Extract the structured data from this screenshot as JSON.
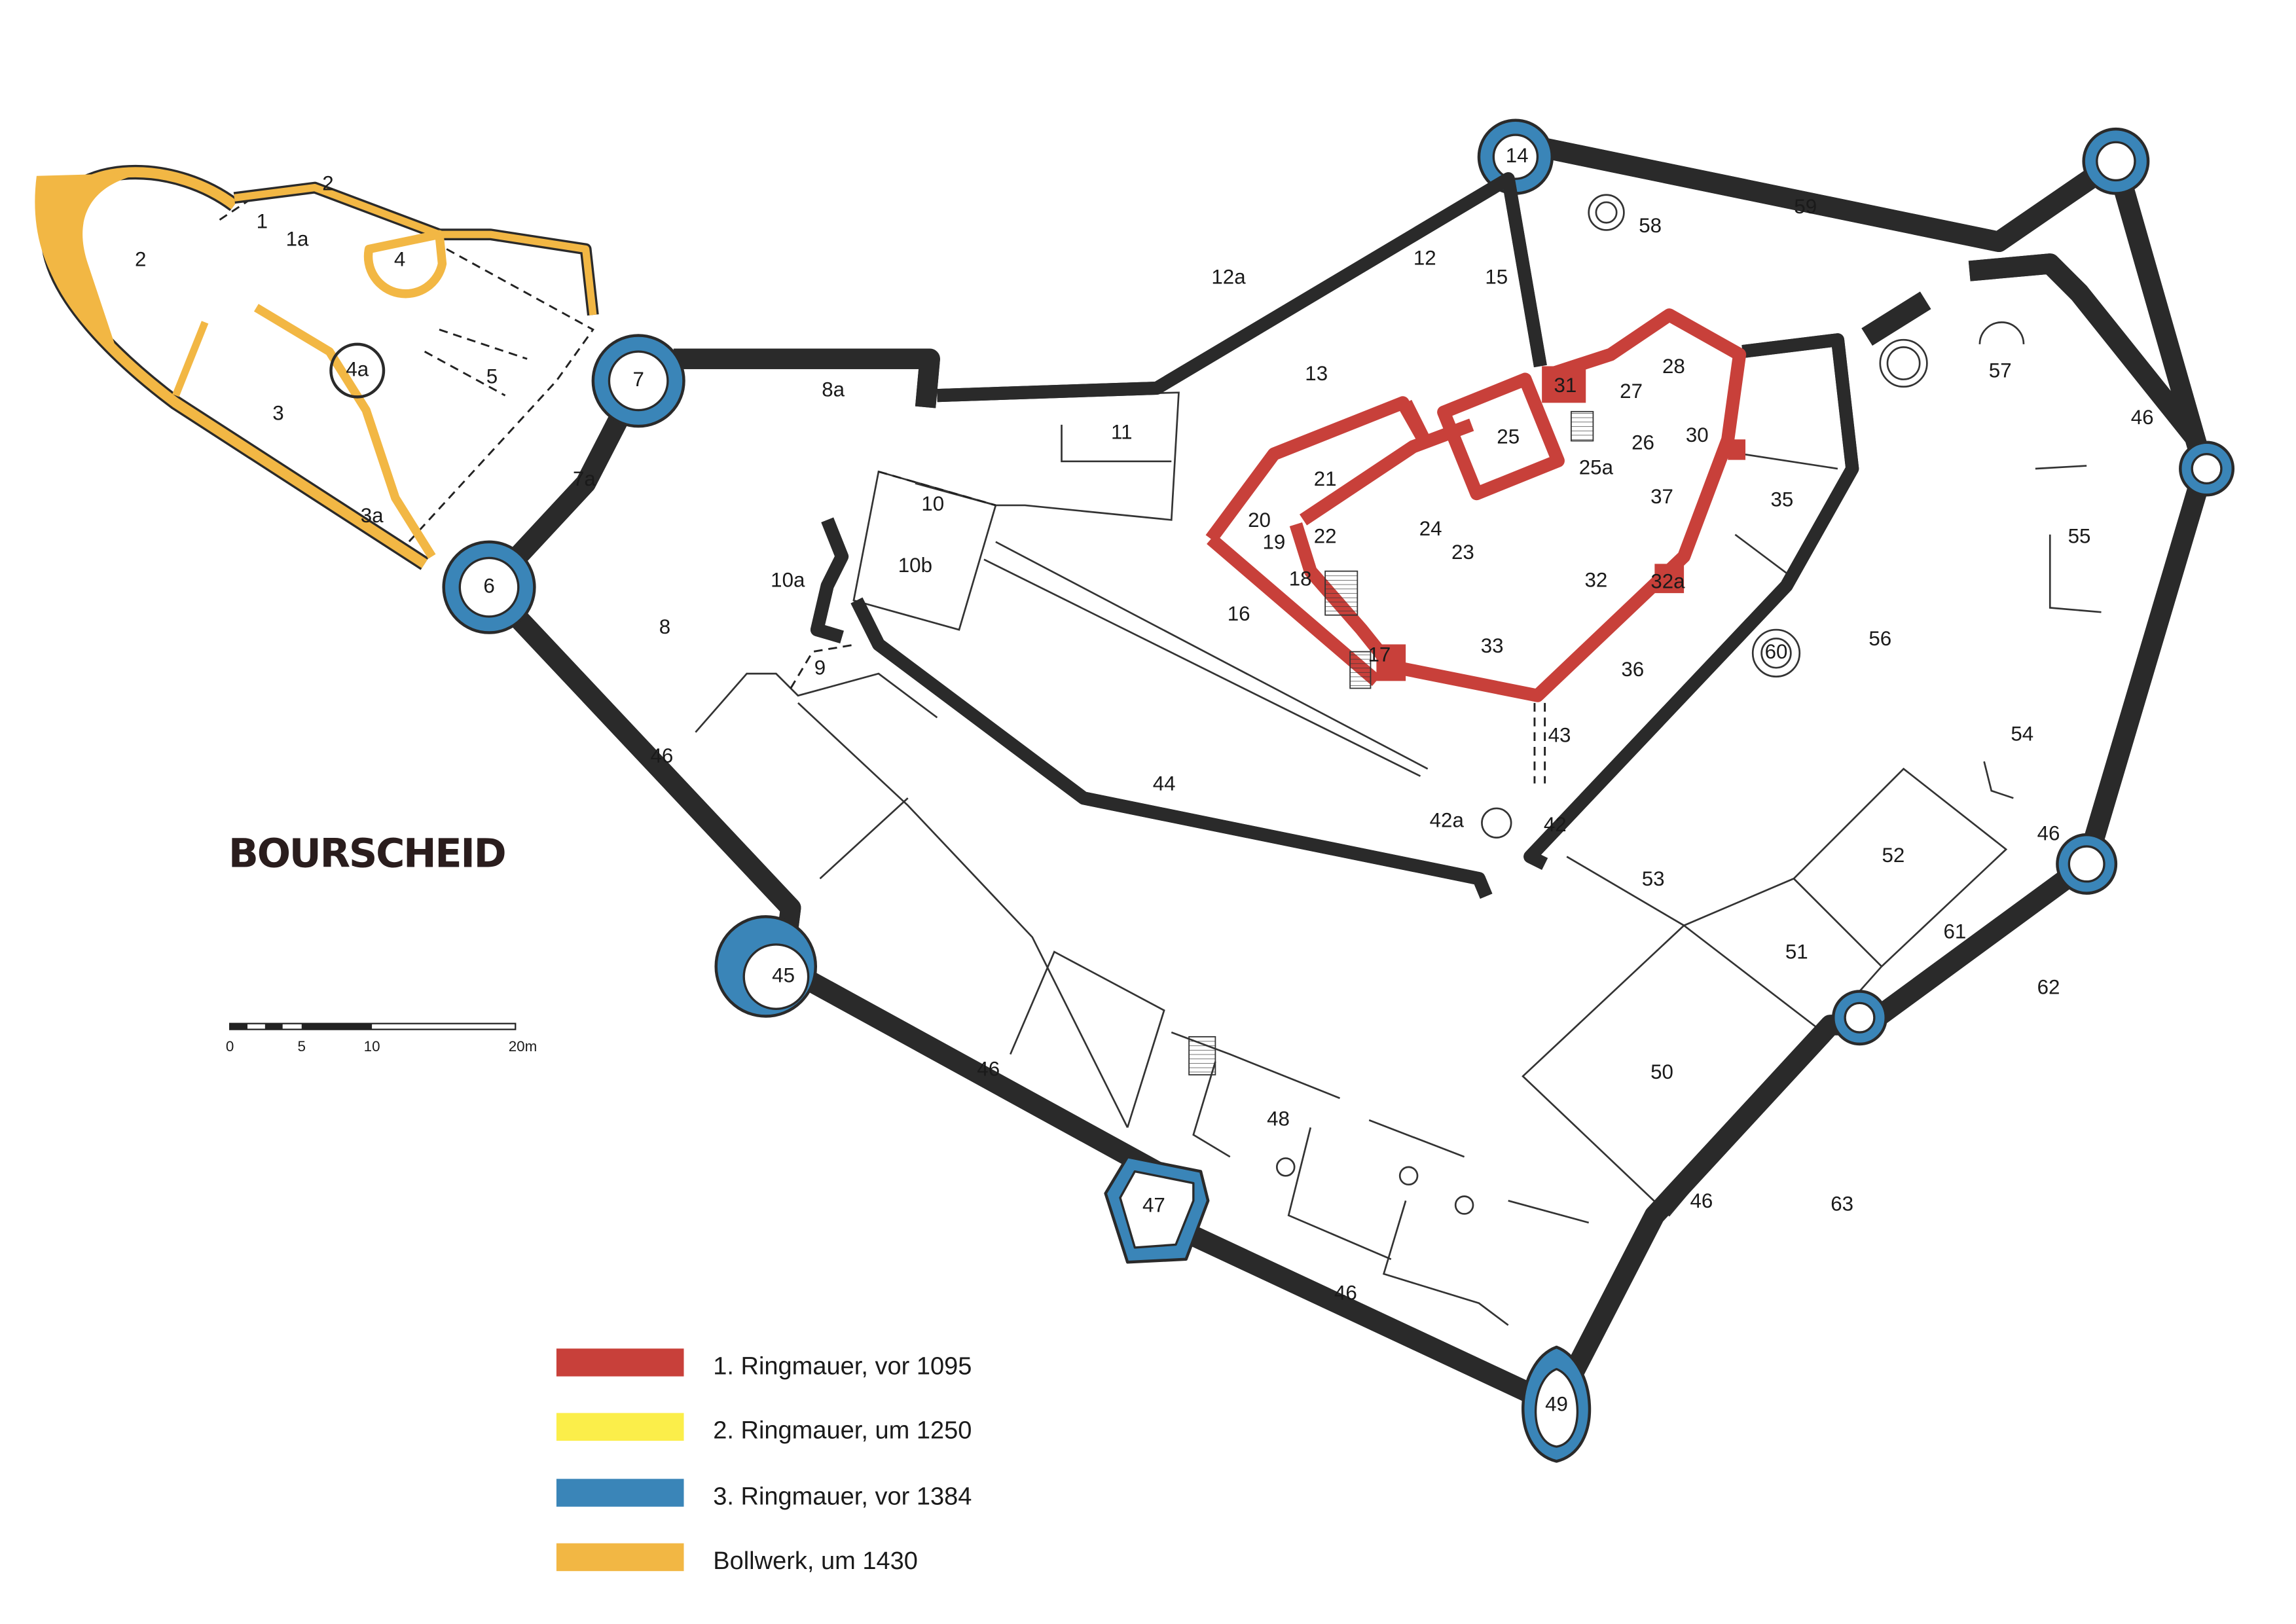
{
  "title": "BOURSCHEID",
  "colors": {
    "ring1": "#c8403a",
    "ring2": "#fbee4a",
    "ring3": "#3a85b8",
    "bollwerk": "#f2b744",
    "outline": "#2a2a2a"
  },
  "legend": [
    {
      "label": "1.  Ringmauer, vor 1095",
      "color": "#c8403a"
    },
    {
      "label": "2.  Ringmauer, um 1250",
      "color": "#fbee4a"
    },
    {
      "label": "3.  Ringmauer, vor 1384",
      "color": "#3a85b8"
    },
    {
      "label": "Bollwerk, um 1430",
      "color": "#f2b744"
    }
  ],
  "scale": {
    "ticks": [
      "0",
      "5",
      "10",
      "20m"
    ]
  },
  "labels": [
    "2",
    "1",
    "1a",
    "2",
    "4",
    "4a",
    "5",
    "3",
    "3a",
    "7",
    "8a",
    "7a",
    "6",
    "8",
    "10",
    "10b",
    "10a",
    "9",
    "11",
    "12a",
    "12",
    "15",
    "13",
    "14",
    "58",
    "59",
    "57",
    "46",
    "55",
    "56",
    "60",
    "54",
    "46",
    "52",
    "61",
    "62",
    "51",
    "50",
    "63",
    "46",
    "49",
    "46",
    "47",
    "48",
    "46",
    "45",
    "46",
    "44",
    "42a",
    "42",
    "53",
    "43",
    "36",
    "35",
    "37",
    "30",
    "28",
    "27",
    "26",
    "25a",
    "31",
    "25",
    "21",
    "24",
    "23",
    "20",
    "19",
    "22",
    "18",
    "16",
    "17",
    "33",
    "32",
    "32a"
  ]
}
